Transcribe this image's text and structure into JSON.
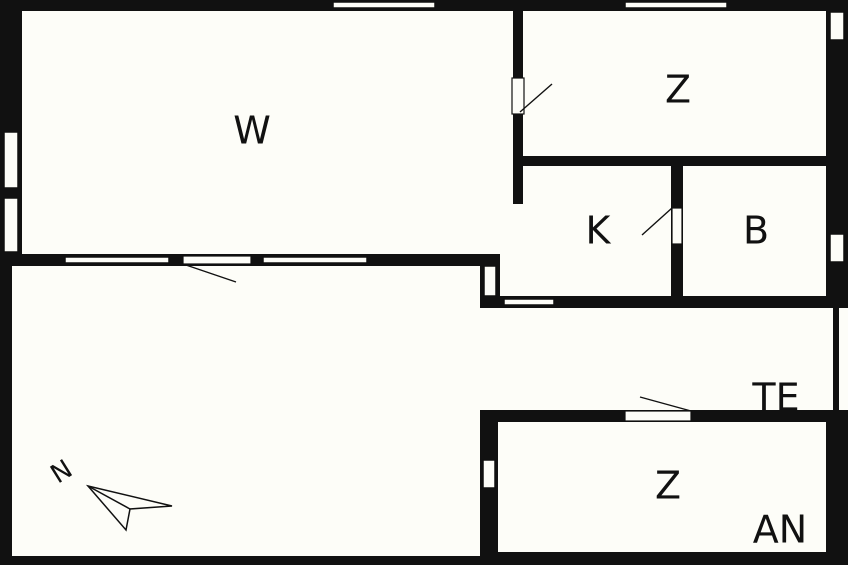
{
  "plan": {
    "rooms": {
      "living": "W",
      "bedroom_top": "Z",
      "kitchen": "K",
      "bathroom": "B",
      "terrace": "TE",
      "bedroom_bottom": "Z",
      "annex": "AN"
    },
    "north_label": "N"
  },
  "colors": {
    "background": "#fdfdf8",
    "wall": "#111111"
  }
}
